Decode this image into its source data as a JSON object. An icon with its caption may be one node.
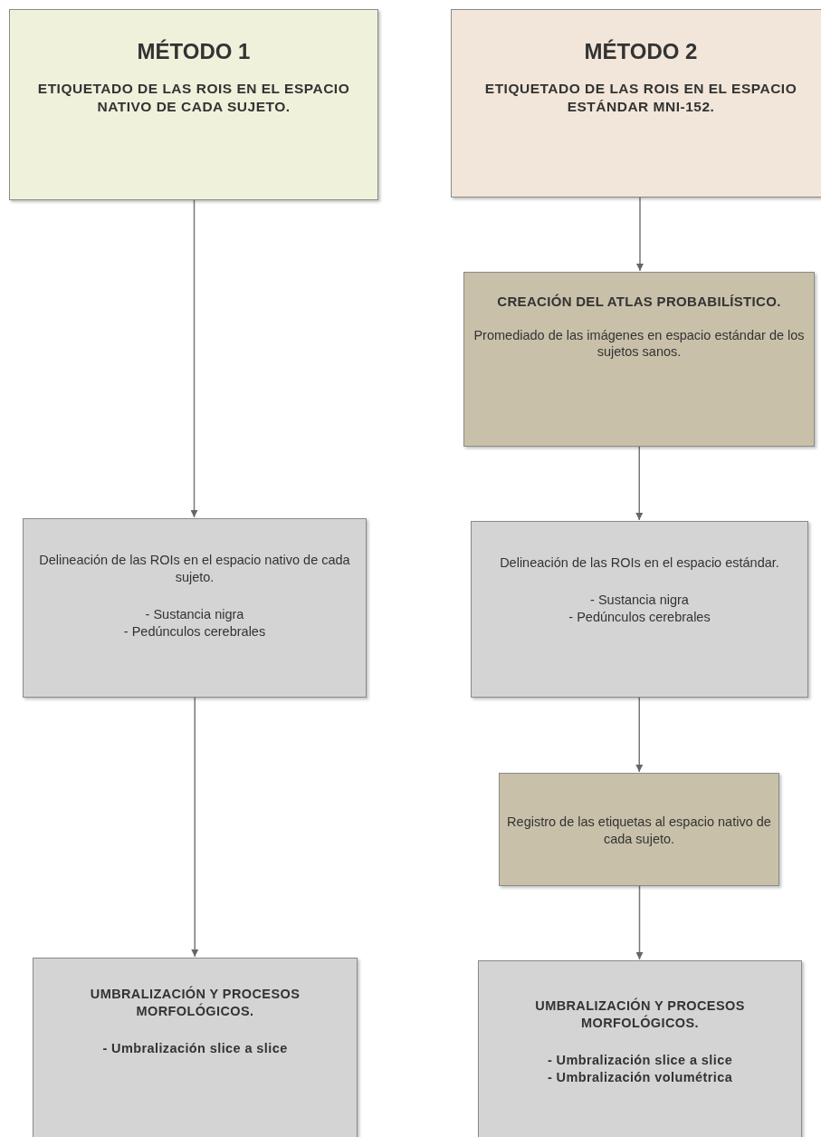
{
  "diagram": {
    "nodes": [
      {
        "text": [
          "MÉTODO 1",
          "ETIQUETADO DE LAS ROIS EN EL ESPACIO NATIVO DE CADA SUJETO."
        ]
      },
      {
        "text": [
          "MÉTODO 2",
          "ETIQUETADO DE LAS ROIS EN EL ESPACIO ESTÁNDAR MNI-152."
        ]
      },
      {
        "text": [
          "CREACIÓN DEL ATLAS PROBABILÍSTICO.",
          "Promediado de las imágenes en espacio estándar de los sujetos sanos."
        ]
      },
      {
        "text": [
          "Delineación de las ROIs en el espacio nativo de cada sujeto.",
          "- Sustancia nigra",
          "- Pedúnculos cerebrales"
        ]
      },
      {
        "text": [
          "Delineación de las ROIs en el espacio estándar.",
          "- Sustancia nigra",
          "- Pedúnculos cerebrales"
        ]
      },
      {
        "text": [
          "Registro de las etiquetas al espacio nativo de cada sujeto."
        ]
      },
      {
        "text": [
          "UMBRALIZACIÓN Y PROCESOS MORFOLÓGICOS.",
          "- Umbralización slice a slice"
        ]
      },
      {
        "text": [
          "UMBRALIZACIÓN Y PROCESOS MORFOLÓGICOS.",
          "- Umbralización slice a slice",
          "- Umbralización volumétrica"
        ]
      }
    ],
    "edges": [
      {
        "from": 0,
        "to": 3,
        "arrow": "to"
      },
      {
        "from": 3,
        "to": 6,
        "arrow": "to"
      },
      {
        "from": 1,
        "to": 2,
        "arrow": "to"
      },
      {
        "from": 2,
        "to": 4,
        "arrow": "to"
      },
      {
        "from": 4,
        "to": 5,
        "arrow": "to"
      },
      {
        "from": 5,
        "to": 7,
        "arrow": "to"
      }
    ]
  }
}
